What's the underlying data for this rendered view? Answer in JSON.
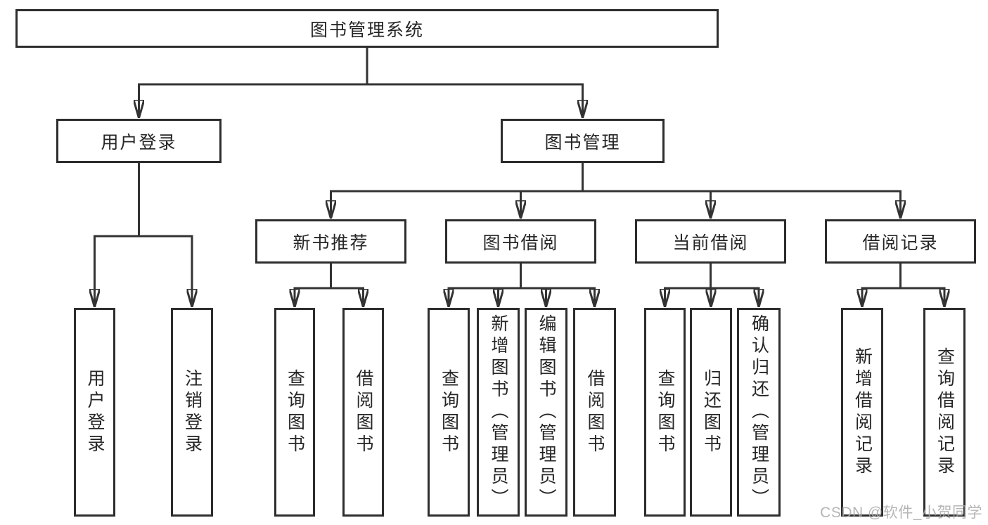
{
  "tree": {
    "label": "图书管理系统",
    "children": [
      {
        "label": "用户登录",
        "children": [
          {
            "label": "用户登录"
          },
          {
            "label": "注销登录"
          }
        ]
      },
      {
        "label": "图书管理",
        "children": [
          {
            "label": "新书推荐",
            "children": [
              {
                "label": "查询图书"
              },
              {
                "label": "借阅图书"
              }
            ]
          },
          {
            "label": "图书借阅",
            "children": [
              {
                "label": "查询图书"
              },
              {
                "label": "新增图书（管理员）"
              },
              {
                "label": "编辑图书（管理员）"
              },
              {
                "label": "借阅图书"
              }
            ]
          },
          {
            "label": "当前借阅",
            "children": [
              {
                "label": "查询图书"
              },
              {
                "label": "归还图书"
              },
              {
                "label": "确认归还（管理员）"
              }
            ]
          },
          {
            "label": "借阅记录",
            "children": [
              {
                "label": "新增借阅记录"
              },
              {
                "label": "查询借阅记录"
              }
            ]
          }
        ]
      }
    ]
  },
  "watermark": {
    "text": "CSDN @软件_小贺同学",
    "color": "#a9a9a9"
  },
  "colors": {
    "background": "#ffffff",
    "line": "#333333",
    "box_border": "#2d2d2d",
    "text": "#262626"
  }
}
